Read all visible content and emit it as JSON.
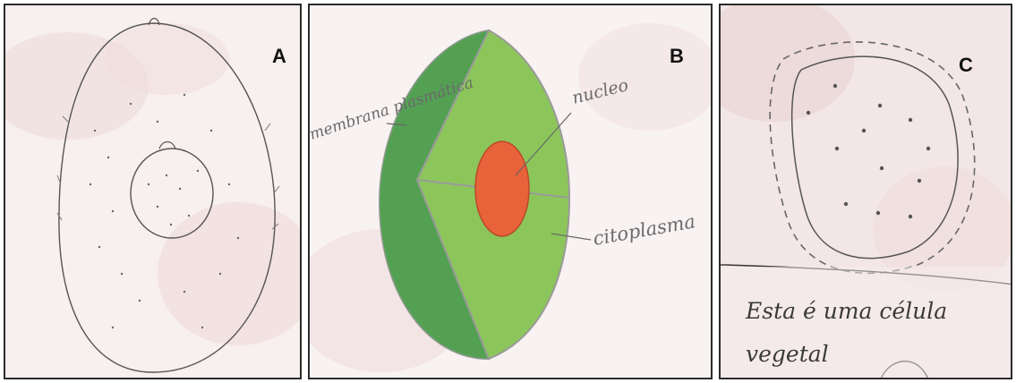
{
  "panels": {
    "a": {
      "label": "A"
    },
    "b": {
      "label": "B",
      "annotations": {
        "membrane": "membrana plasmática",
        "nucleus": "nucleo",
        "cytoplasm": "citoplasma"
      }
    },
    "c": {
      "label": "C",
      "caption_line1": "Esta é uma célula",
      "caption_line2": "vegetal"
    }
  },
  "colors": {
    "paper": "#f7eeee",
    "stain": "#edd6d6",
    "pencil": "#555555",
    "dark_green": "#4e9a4e",
    "light_green": "#8cc65a",
    "nucleus_orange": "#e8623a",
    "frame": "#2b2b2b"
  }
}
